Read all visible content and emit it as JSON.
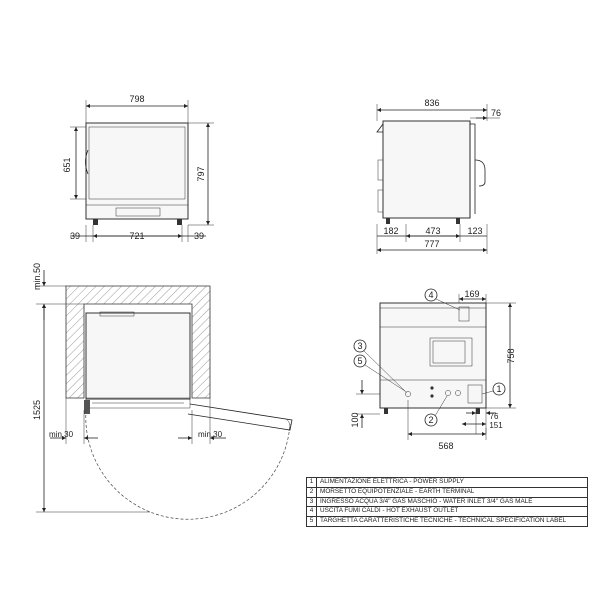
{
  "front_view": {
    "width_total": "798",
    "height_door": "651",
    "height_total": "797",
    "foot_left": "39",
    "inner_width": "721",
    "foot_right": "39"
  },
  "side_view": {
    "depth_total": "836",
    "handle_depth": "76",
    "dim_182": "182",
    "dim_473": "473",
    "dim_123": "123",
    "dim_777": "777"
  },
  "plan_view": {
    "top_clearance": "min.50",
    "height_1525": "1525",
    "left_clearance": "min.30",
    "right_clearance": "min.30"
  },
  "rear_view": {
    "dim_169": "169",
    "dim_758": "758",
    "dim_100": "100",
    "dim_76": "76",
    "dim_151": "151",
    "dim_568": "568",
    "callouts": [
      "1",
      "2",
      "3",
      "4",
      "5"
    ]
  },
  "legend": [
    {
      "num": "1",
      "text": "ALIMENTAZIONE ELETTRICA - POWER SUPPLY"
    },
    {
      "num": "2",
      "text": "MORSETTO EQUIPOTENZIALE - EARTH TERMINAL"
    },
    {
      "num": "3",
      "text": "INGRESSO ACQUA 3/4\" GAS MASCHIO - WATER INLET 3/4\" GAS MALE"
    },
    {
      "num": "4",
      "text": "USCITA FUMI CALDI - HOT EXHAUST OUTLET"
    },
    {
      "num": "5",
      "text": "TARGHETTA CARATTERISTICHE TECNICHE - TECHNICAL SPECIFICATION LABEL"
    }
  ]
}
